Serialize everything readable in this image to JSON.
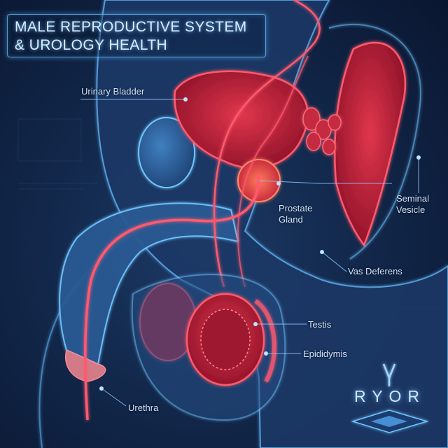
{
  "title": {
    "line1": "MALE REPRODUCTIVE SYSTEM",
    "line2": "& UROLOGY HEALTH"
  },
  "labels": {
    "urinary_bladder": "Urinary Bladder",
    "prostate_gland": "Prostate\nGland",
    "seminal_vesicle": "Seminal\nVesicle",
    "vas_deferens": "Vas Deferens",
    "testis": "Testis",
    "epididymis": "Epididymis",
    "urethra": "Urethra"
  },
  "brand": {
    "logo_text": "RYOR"
  },
  "colors": {
    "background": "#12284b",
    "organ_red": "#d0233c",
    "glow_red": "#ff5a6e",
    "glow_blue": "#6fc6ff",
    "body_outline": "#5aa8e8"
  }
}
